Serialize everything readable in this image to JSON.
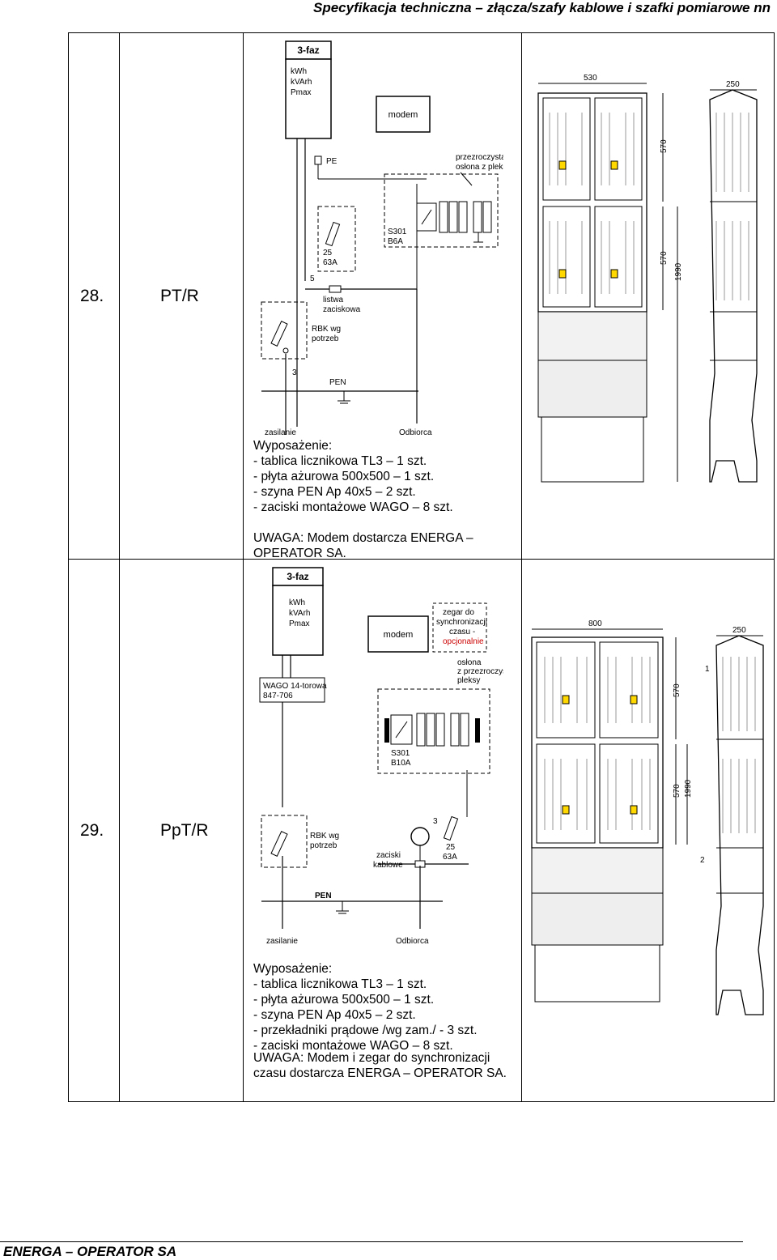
{
  "header": {
    "title": "Specyfikacja techniczna – złącza/szafy kablowe i szafki pomiarowe nn"
  },
  "rows": [
    {
      "number": "28.",
      "name": "PT/R",
      "schematic": {
        "meter_label": "3-faz",
        "meter_lines": [
          "kWh",
          "kVArh",
          "Pmax"
        ],
        "modem": "modem",
        "pe": "PE",
        "cover": [
          "przezroczysta",
          "osłona z pleksy"
        ],
        "breaker": [
          "S301",
          "B6A"
        ],
        "fuse": [
          "25",
          "63A"
        ],
        "count_a": "5",
        "terminal": [
          "listwa",
          "zaciskowa"
        ],
        "rbk": [
          "RBK wg",
          "potrzeb"
        ],
        "count_b": "3",
        "pen": "PEN",
        "supply": "zasilanie",
        "receiver": "Odbiorca"
      },
      "equipment_title": "Wyposażenie:",
      "equipment": [
        "- tablica licznikowa TL3 – 1 szt.",
        "- płyta ażurowa 500x500 – 1 szt.",
        "- szyna PEN Ap 40x5 – 2 szt.",
        "- zaciski montażowe WAGO – 8 szt."
      ],
      "note": "UWAGA: Modem dostarcza ENERGA – OPERATOR SA.",
      "drawing": {
        "width": "530",
        "depth": "250",
        "h1": "570",
        "h2": "570",
        "total": "1990"
      }
    },
    {
      "number": "29.",
      "name": "PpT/R",
      "schematic": {
        "meter_label": "3-faz",
        "meter_lines": [
          "kWh",
          "kVArh",
          "Pmax"
        ],
        "modem": "modem",
        "clock": [
          "zegar do",
          "synchronizacji",
          "czasu -",
          "opcjonalnie"
        ],
        "cover": [
          "osłona",
          "z przezroczystej",
          "pleksy"
        ],
        "wago": [
          "WAGO 14-torowa",
          "847-706"
        ],
        "breaker": [
          "S301",
          "B10A"
        ],
        "rbk": [
          "RBK wg",
          "potrzeb"
        ],
        "count": "3",
        "terminals": [
          "zaciski",
          "kablowe"
        ],
        "fuse": [
          "25",
          "63A"
        ],
        "pen": "PEN",
        "supply": "zasilanie",
        "receiver": "Odbiorca"
      },
      "equipment_title": "Wyposażenie:",
      "equipment": [
        "- tablica licznikowa TL3 – 1 szt.",
        "- płyta ażurowa 500x500 – 1 szt.",
        "- szyna PEN Ap 40x5 – 2 szt.",
        "- przekładniki prądowe /wg zam./ - 3 szt.",
        "- zaciski montażowe WAGO – 8 szt."
      ],
      "note": "UWAGA: Modem i zegar do synchronizacji czasu dostarcza ENERGA – OPERATOR SA.",
      "drawing": {
        "width": "800",
        "depth": "250",
        "h1": "570",
        "h2": "570",
        "total": "1990",
        "mark1": "1",
        "mark2": "2"
      }
    }
  ],
  "footer": {
    "company": "ENERGA – OPERATOR SA"
  }
}
